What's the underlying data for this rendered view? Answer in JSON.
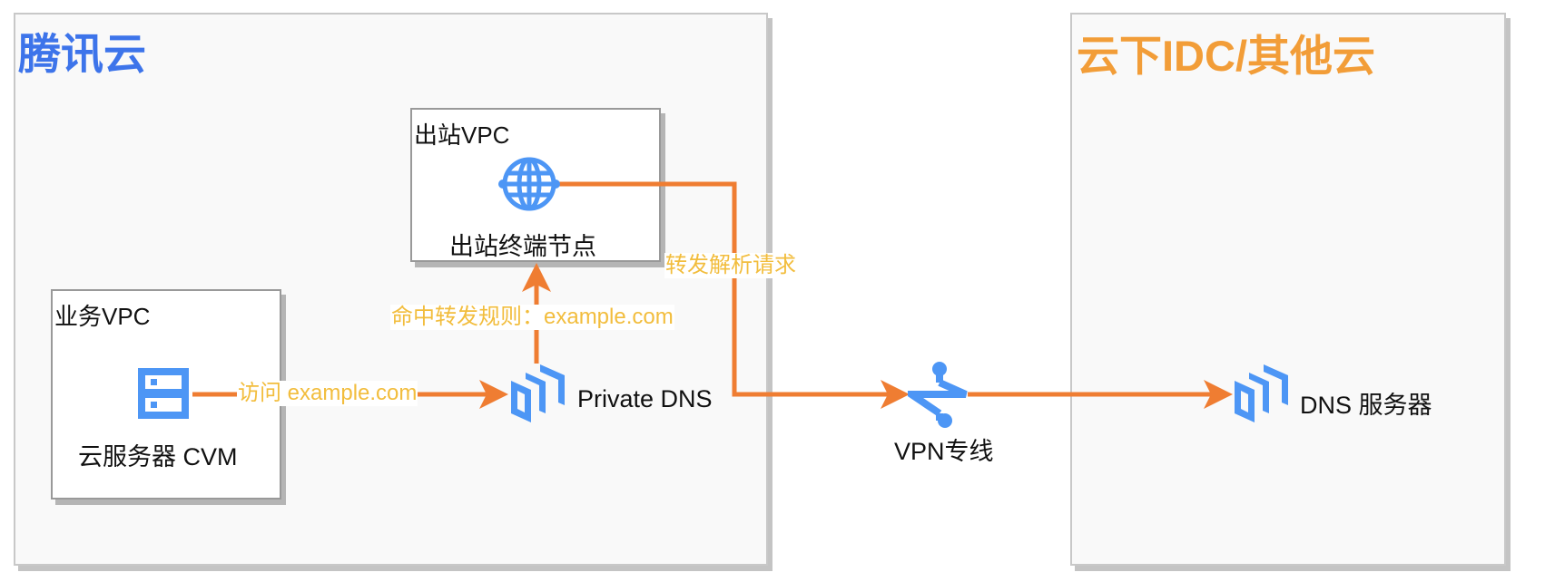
{
  "zones": {
    "tencent": {
      "title": "腾讯云",
      "color": "#3d74ea"
    },
    "offcloud": {
      "title": "云下IDC/其他云",
      "color": "#f29d38"
    }
  },
  "vpcs": {
    "business": {
      "title": "业务VPC"
    },
    "outbound": {
      "title": "出站VPC"
    }
  },
  "nodes": {
    "cvm": {
      "label": "云服务器 CVM",
      "icon": "server-icon"
    },
    "outbound_endpoint": {
      "label": "出站终端节点",
      "icon": "globe-icon"
    },
    "private_dns": {
      "label": "Private DNS",
      "icon": "private-dns-icon"
    },
    "vpn": {
      "label": "VPN专线",
      "icon": "vpn-icon"
    },
    "dns_server": {
      "label": "DNS 服务器",
      "icon": "dns-server-icon"
    }
  },
  "edges": {
    "visit": {
      "label": "访问 example.com"
    },
    "match_rule": {
      "label": "命中转发规则：example.com"
    },
    "forward": {
      "label": "转发解析请求"
    }
  },
  "colors": {
    "edge": "#ef7d32",
    "edge_label": "#f2bd3d",
    "icon": "#4d96f5"
  }
}
